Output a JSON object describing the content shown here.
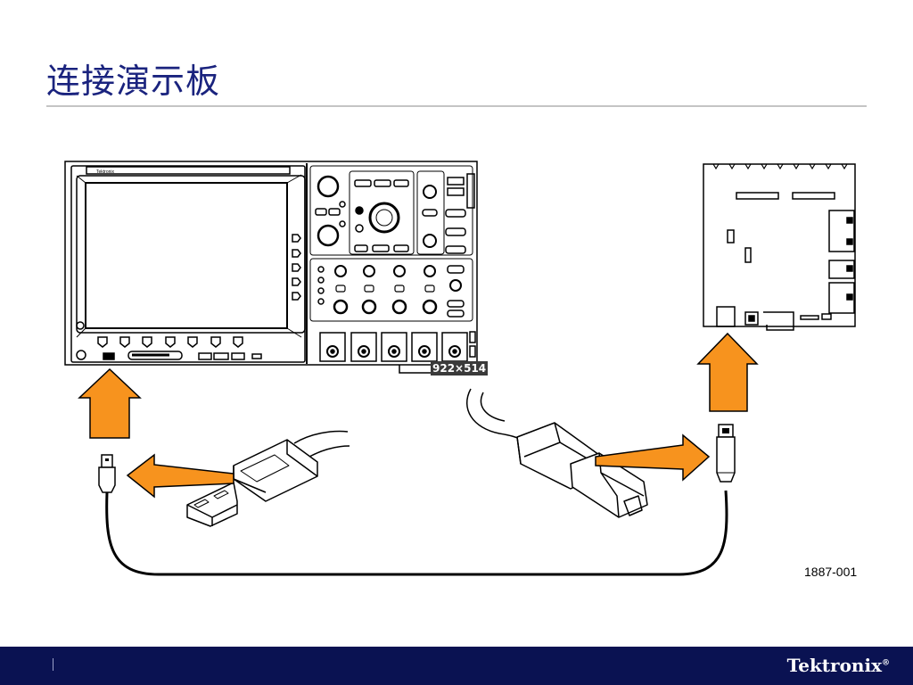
{
  "slide": {
    "title": "连接演示板",
    "figure_id": "1887-001",
    "image_size_tag": "922×514"
  },
  "oscilloscope": {
    "brand_label": "Tektronix",
    "soft_keys_bottom": 7,
    "soft_keys_side": 5
  },
  "footer": {
    "logo_text": "Tektronix"
  },
  "colors": {
    "title": "#1a237e",
    "arrow_fill": "#f7931e",
    "arrow_stroke": "#000000",
    "footer_bg": "#0a1252",
    "rule": "#c4c4c4"
  },
  "icons": {
    "usb_a_plug": "usb-a-plug-icon",
    "usb_b_plug": "usb-b-plug-icon"
  }
}
